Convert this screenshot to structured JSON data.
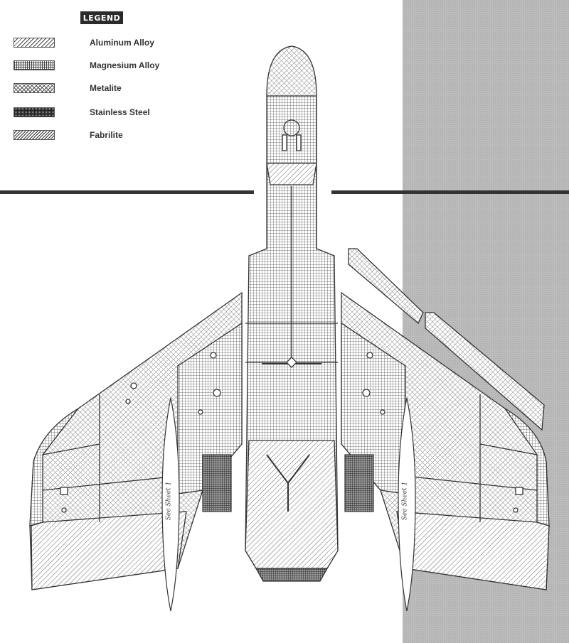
{
  "legend": {
    "title": "LEGEND",
    "items": [
      {
        "label": "Aluminum Alloy",
        "material": "aluminum"
      },
      {
        "label": "Magnesium Alloy",
        "material": "magnesium"
      },
      {
        "label": "Metalite",
        "material": "metalite"
      },
      {
        "label": "Stainless Steel",
        "material": "stainless"
      },
      {
        "label": "Fabrilite",
        "material": "fabrilite"
      }
    ]
  },
  "drop_tanks": {
    "left_label": "See Sheet 1",
    "right_label": "See Sheet 1"
  },
  "colors": {
    "background": "#ffffff",
    "side_panel": "#b8b8b8",
    "line": "#333333"
  }
}
